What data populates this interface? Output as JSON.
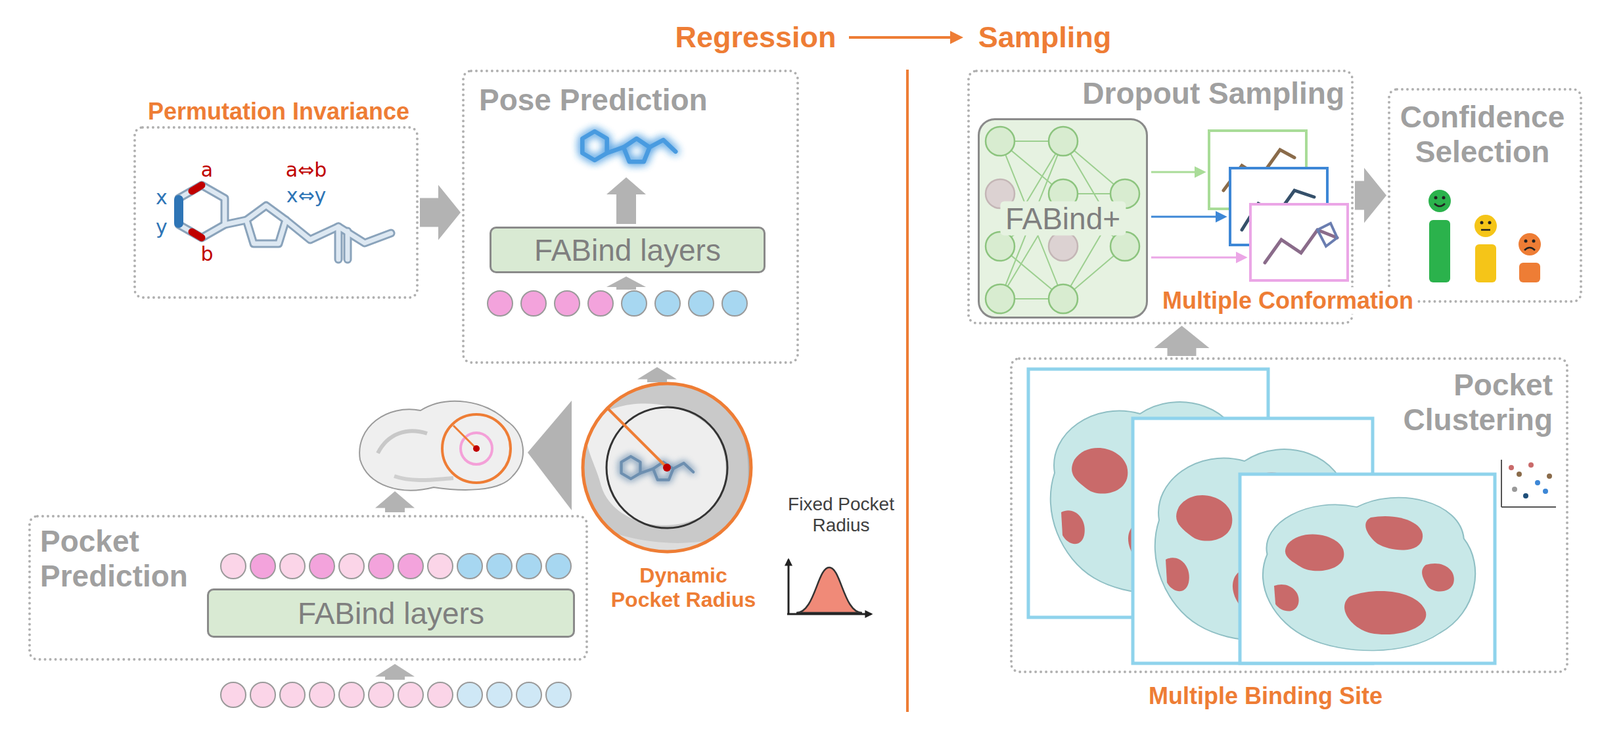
{
  "diagram": {
    "nodes": [
      {
        "text": [
          "Permutation Invariance"
        ]
      },
      {
        "text": [
          "Pose Prediction"
        ]
      },
      {
        "text": [
          "FABind layers"
        ],
        "in": 1
      },
      {
        "text": [
          "Pocket Prediction"
        ]
      },
      {
        "text": [
          "FABind layers"
        ],
        "in": 3
      },
      {
        "text": [
          "Dropout Sampling"
        ]
      },
      {
        "text": [
          "FABind+"
        ],
        "in": 5
      },
      {
        "text": [
          "Confidence Selection"
        ]
      },
      {
        "text": [
          "Pocket Clustering"
        ]
      }
    ],
    "edges": [
      {
        "from": 0,
        "to": 1,
        "arrow": "to"
      },
      {
        "from": 5,
        "to": 7,
        "arrow": "to"
      },
      {
        "from": 8,
        "to": 5,
        "arrow": "to"
      }
    ],
    "labels": [
      "Regression",
      "Sampling",
      "a",
      "a⇔b",
      "x",
      "x⇔y",
      "y",
      "b",
      "Fixed Pocket Radius",
      "Dynamic Pocket Radius",
      "Multiple Conformation",
      "Multiple Binding Site"
    ]
  }
}
